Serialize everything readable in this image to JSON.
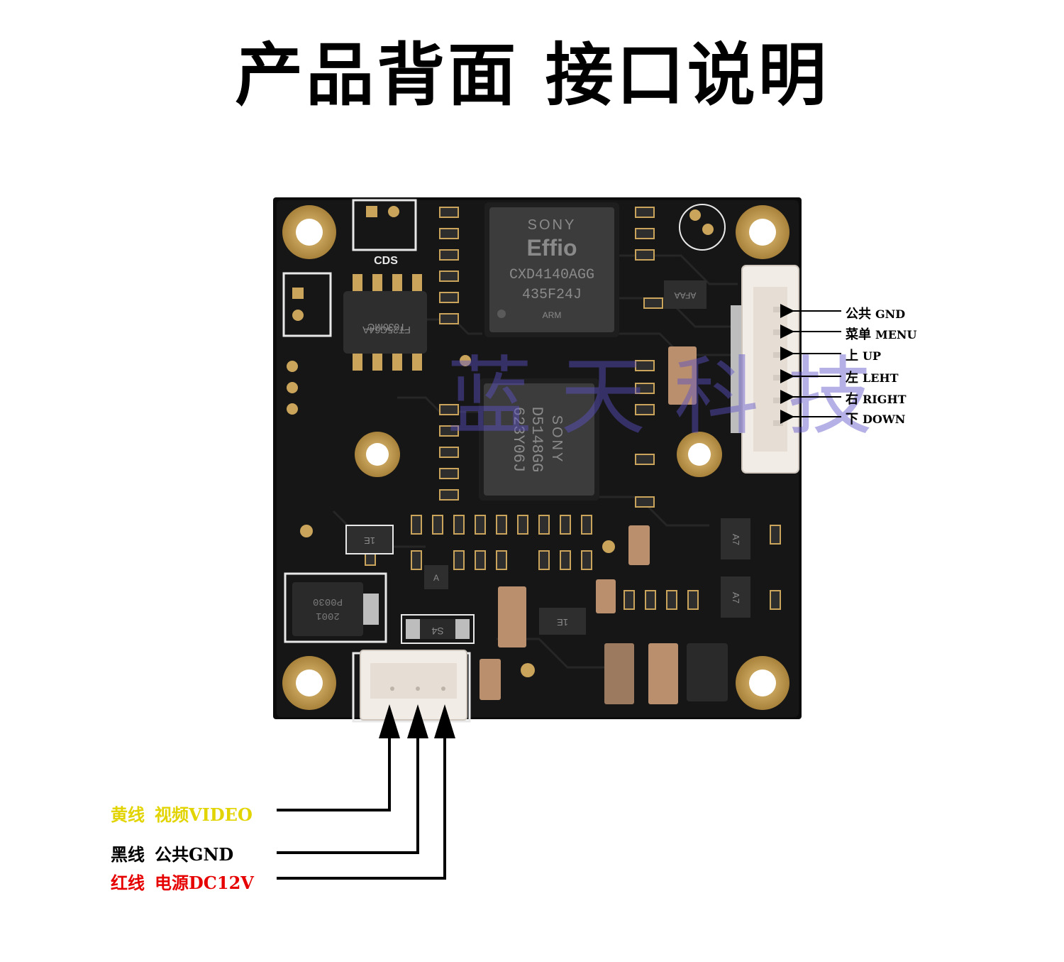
{
  "title": "产品背面 接口说明",
  "colors": {
    "pcb": "#141414",
    "pcb_trace": "#262626",
    "gold": "#c9a45a",
    "silkscreen": "#e8e8e8",
    "connector": "#f1ece6",
    "chip": "#3a3a3a",
    "watermark": "#5a4fc8",
    "yellow_wire": "#e2d400",
    "black_wire": "#000000",
    "red_wire": "#e60000"
  },
  "board_markings": {
    "cds": "CDS",
    "chip1_brand": "SONY",
    "chip1_series": "Effio",
    "chip1_part": "CXD4140AGG",
    "chip1_lot": "435F24J",
    "chip1_arm": "ARM",
    "chip2_brand": "SONY",
    "chip2_part": "D5148GG",
    "chip2_lot": "623Y06J",
    "sop8_line1": "FT25C64A",
    "sop8_line2": "T030MC",
    "sot_afaa": "AFAA",
    "sot_1e": "1E",
    "sot_a": "A",
    "sot_a7_top": "A7",
    "sot_a7_bottom": "A7",
    "sot_1e_2": "1E",
    "diode_s4": "S4",
    "diode_large_1": "P0030",
    "diode_large_2": "2001"
  },
  "watermark": "蓝天科技",
  "pin_labels": [
    {
      "cn": "公共",
      "en": "GND"
    },
    {
      "cn": "菜单",
      "en": "MENU"
    },
    {
      "cn": "上",
      "en": "UP"
    },
    {
      "cn": "左",
      "en": "LEHT"
    },
    {
      "cn": "右",
      "en": "RIGHT"
    },
    {
      "cn": "下",
      "en": "DOWN"
    }
  ],
  "wire_labels": [
    {
      "color_name": "黄线",
      "function": "视频VIDEO",
      "color": "#e2d400"
    },
    {
      "color_name": "黑线",
      "function": "公共GND",
      "color": "#000000"
    },
    {
      "color_name": "红线",
      "function": "电源DC12V",
      "color": "#e60000"
    }
  ]
}
